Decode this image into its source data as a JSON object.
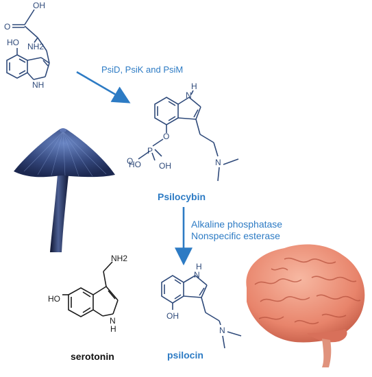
{
  "precursor": {
    "atoms": {
      "oh_acid": "OH",
      "o_carbonyl": "O",
      "nh2": "NH2",
      "ho_ring": "HO",
      "nh_indole": "NH",
      "n_label": "N",
      "h_label": "H"
    }
  },
  "step1": {
    "enzymes": "PsiD, PsiK and PsiM"
  },
  "psilocybin": {
    "name": "Psilocybin",
    "atoms": {
      "h_top": "H",
      "n_top": "N",
      "o_ester": "O",
      "p": "P",
      "o_p": "O",
      "ho": "HO",
      "oh": "OH",
      "n_amine": "N"
    }
  },
  "step2": {
    "enzyme_line1": "Alkaline phosphatase",
    "enzyme_line2": "Nonspecific esterase"
  },
  "serotonin": {
    "name": "serotonin",
    "atoms": {
      "nh2": "NH2",
      "ho": "HO",
      "n": "N",
      "h": "H"
    }
  },
  "psilocin": {
    "name": "psilocin",
    "atoms": {
      "h_top": "H",
      "n_top": "N",
      "oh": "OH",
      "n_amine": "N"
    }
  },
  "colors": {
    "accent_blue": "#2d7bc4",
    "structure_blue": "#2f4a7a",
    "structure_black": "#1a1a1a",
    "mushroom": "#2e3e6e",
    "brain": "#e88a72"
  }
}
